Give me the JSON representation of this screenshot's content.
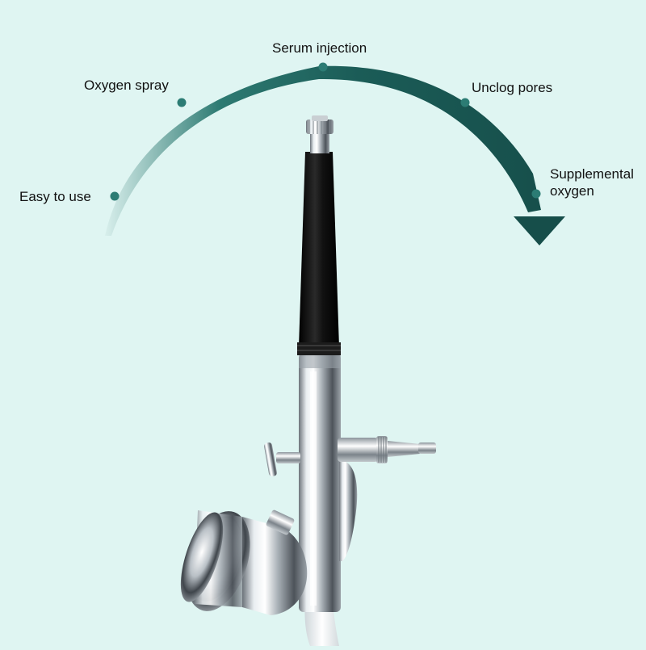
{
  "colors": {
    "background": "#dff5f2",
    "arc_dark": "#16514d",
    "arc_light": "#d8efec",
    "dot": "#2c7c74",
    "label_text": "#111111",
    "metal_light": "#f4f6f7",
    "metal_dark": "#5b6168",
    "handle": "#0d0d0d"
  },
  "features": [
    {
      "id": "easy",
      "label": "Easy to use"
    },
    {
      "id": "oxygen-spray",
      "label": "Oxygen spray"
    },
    {
      "id": "serum",
      "label": "Serum injection"
    },
    {
      "id": "pores",
      "label": "Unclog pores"
    },
    {
      "id": "supplemental",
      "label": "Supplemental oxygen"
    }
  ],
  "product": {
    "name": "airbrush-spray-gun"
  }
}
